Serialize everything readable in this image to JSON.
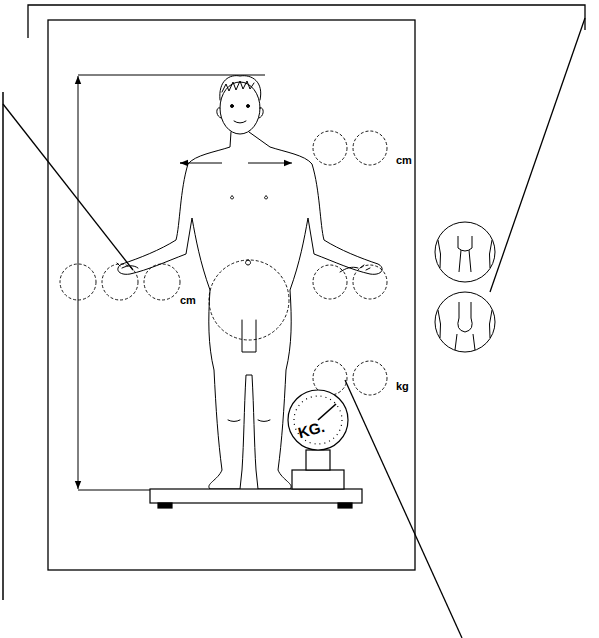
{
  "diagram": {
    "labels": [
      "cm",
      "cm",
      "kg",
      "KG."
    ]
  }
}
